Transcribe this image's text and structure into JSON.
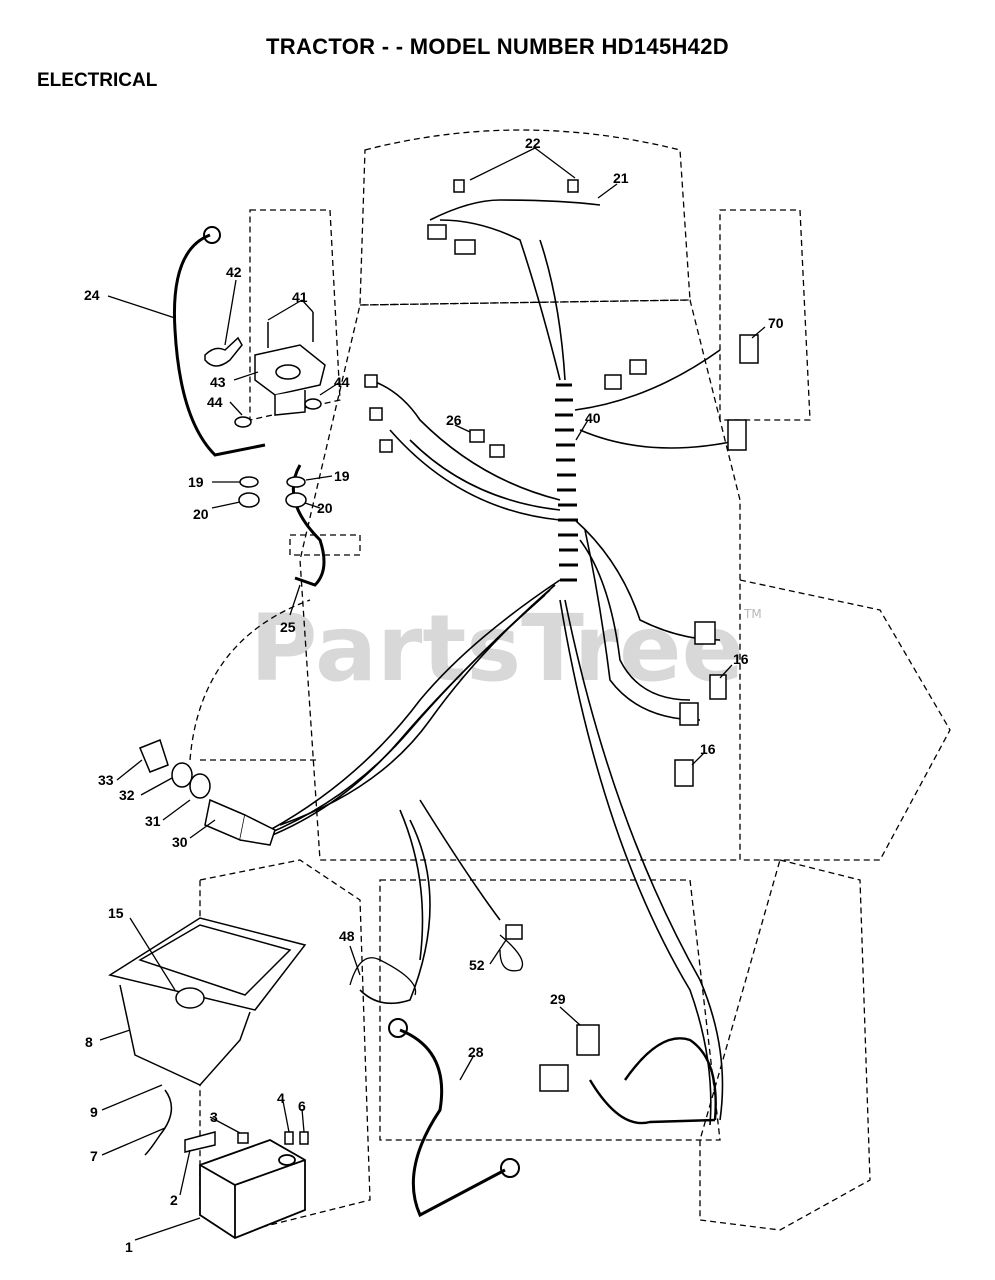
{
  "title": "TRACTOR - - MODEL NUMBER HD145H42D",
  "section": "ELECTRICAL",
  "watermark": {
    "text": "PartsTree",
    "tm": "TM"
  },
  "callouts": {
    "c1": "1",
    "c2": "2",
    "c3": "3",
    "c4": "4",
    "c6": "6",
    "c7": "7",
    "c8": "8",
    "c9": "9",
    "c15": "15",
    "c16a": "16",
    "c16b": "16",
    "c19a": "19",
    "c19b": "19",
    "c20a": "20",
    "c20b": "20",
    "c21": "21",
    "c22": "22",
    "c24": "24",
    "c25": "25",
    "c26": "26",
    "c28": "28",
    "c29": "29",
    "c30": "30",
    "c31": "31",
    "c32": "32",
    "c33": "33",
    "c40": "40",
    "c41": "41",
    "c42": "42",
    "c43": "43",
    "c44a": "44",
    "c44b": "44",
    "c48": "48",
    "c52": "52",
    "c70": "70"
  }
}
